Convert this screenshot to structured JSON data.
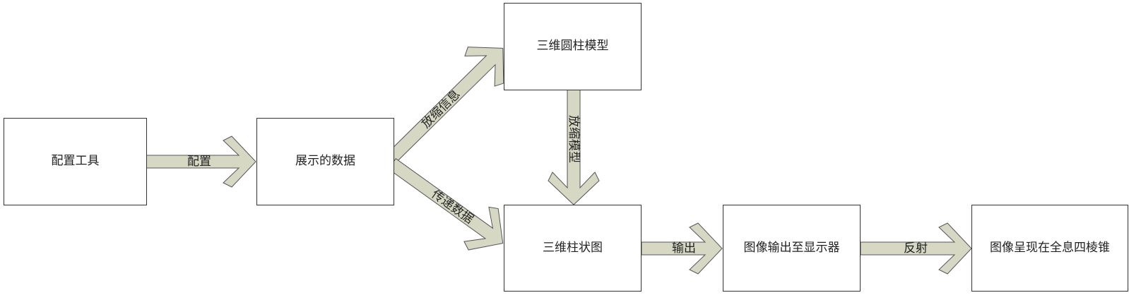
{
  "colors": {
    "arrow_fill": "#d6d8c4",
    "border": "#333333"
  },
  "nodes": {
    "config_tool": "配置工具",
    "display_data": "展示的数据",
    "cylinder_model": "三维圆柱模型",
    "bar_chart_3d": "三维柱状图",
    "output_display": "图像输出至显示器",
    "hologram": "图像呈现在全息四棱锥"
  },
  "edges": {
    "configure": "配置",
    "scale_info": "放缩信息",
    "pass_data": "传递数据",
    "scale_model": "放缩模型",
    "output": "输出",
    "reflect": "反射"
  }
}
